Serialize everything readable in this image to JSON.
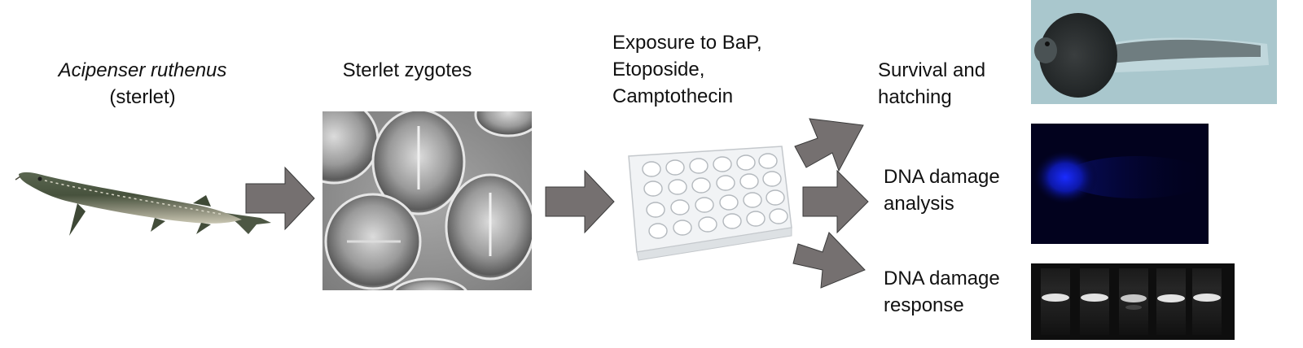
{
  "species": {
    "name_line1": "Acipenser ruthenus",
    "name_line2": "(sterlet)"
  },
  "zygotes": {
    "label": "Sterlet zygotes"
  },
  "exposure": {
    "line1": "Exposure to BaP,",
    "line2": "Etoposide,",
    "line3": "Camptothecin"
  },
  "outcomes": [
    {
      "line1": "Survival and",
      "line2": "hatching"
    },
    {
      "line1": "DNA damage",
      "line2": "analysis"
    },
    {
      "line1": "DNA damage",
      "line2": "response"
    }
  ],
  "colors": {
    "arrow_fill": "#757070",
    "arrow_stroke": "#3a3a3a",
    "comet_background": "#02021e",
    "comet_glow": "#1a2cff",
    "gel_background": "#0e0e0e",
    "larva_background": "#a9c7cd"
  },
  "icons": {
    "arrow": "block-arrow",
    "fish": "sturgeon-photo",
    "plate": "multiwell-plate"
  }
}
